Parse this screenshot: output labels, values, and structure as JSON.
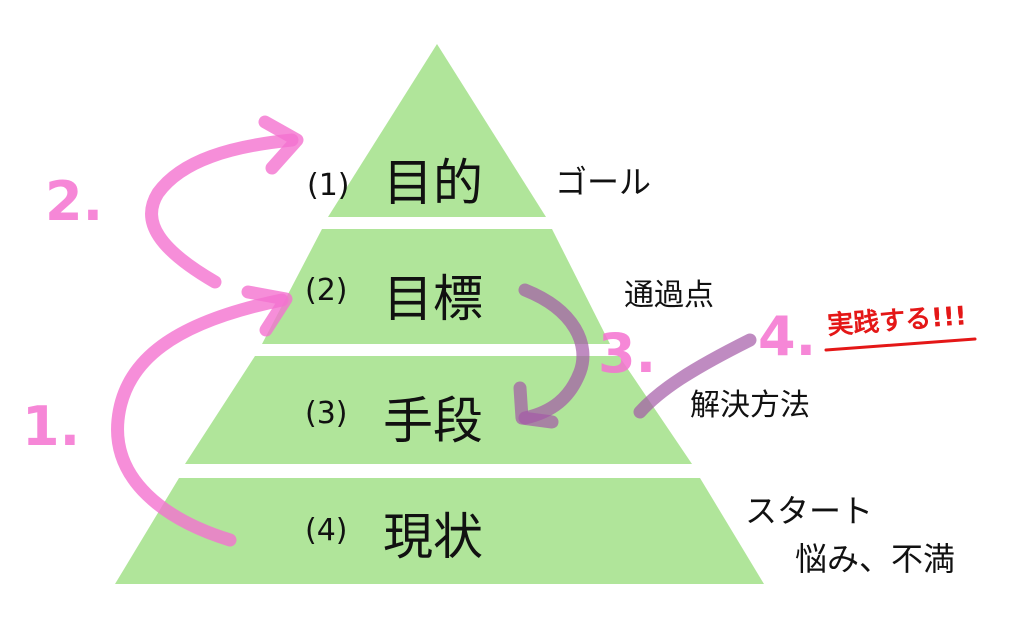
{
  "colors": {
    "tier_fill": "#b0e59a",
    "arrow_pink": "#f472d0",
    "arrow_purple": "#a45aa6",
    "practice_red": "#e41717"
  },
  "pyramid": {
    "tiers": [
      {
        "number": "(1)",
        "word": "目的",
        "side_label": "ゴール"
      },
      {
        "number": "(2)",
        "word": "目標",
        "side_label": "通過点"
      },
      {
        "number": "(3)",
        "word": "手段",
        "side_label": "解決方法"
      },
      {
        "number": "(4)",
        "word": "現状",
        "side_label": "スタート",
        "side_label_2": "悩み、不満"
      }
    ]
  },
  "steps": {
    "s1": "1.",
    "s2": "2.",
    "s3": "3.",
    "s4": "4."
  },
  "practice": "実践する!!!",
  "icons": {
    "arrow1": "curved-arrow-icon",
    "arrow2": "curved-arrow-icon",
    "arrow3": "curved-arrow-icon",
    "arrow4": "stroke-icon"
  }
}
